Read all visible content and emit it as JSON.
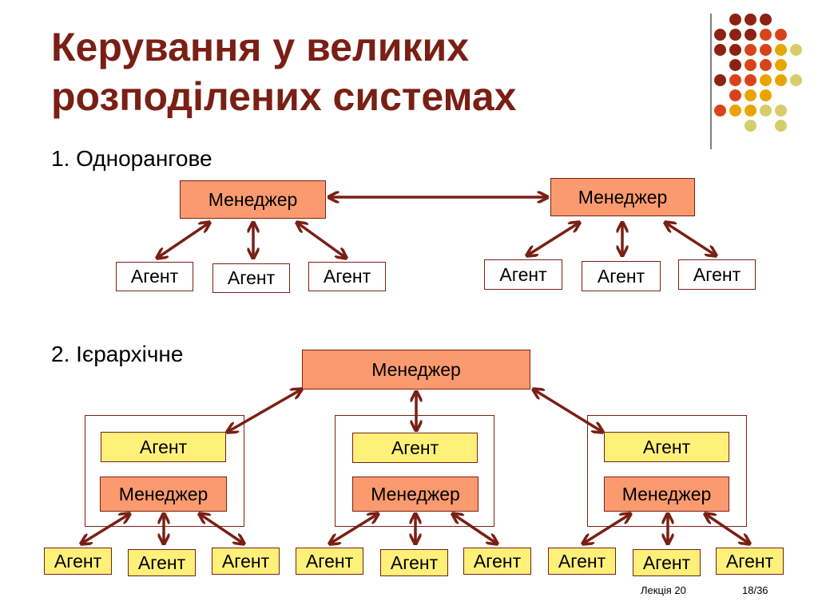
{
  "slide": {
    "title_line1": "Керування у великих",
    "title_line2": "розподілених системах",
    "section1": "1. Однорангове",
    "section2": "2. Ієрархічне",
    "footer_lecture": "Лекція 20",
    "footer_page": "18/36"
  },
  "labels": {
    "manager": "Менеджер",
    "agent": "Агент"
  },
  "colors": {
    "title": "#7a1f14",
    "arrow": "#7a1f14",
    "manager_fill": "#fa9a6e",
    "agent_fill": "#fff07a",
    "dot_colors": [
      "#8b2212",
      "#d9431a",
      "#e8a500",
      "#d6cd6a"
    ]
  }
}
